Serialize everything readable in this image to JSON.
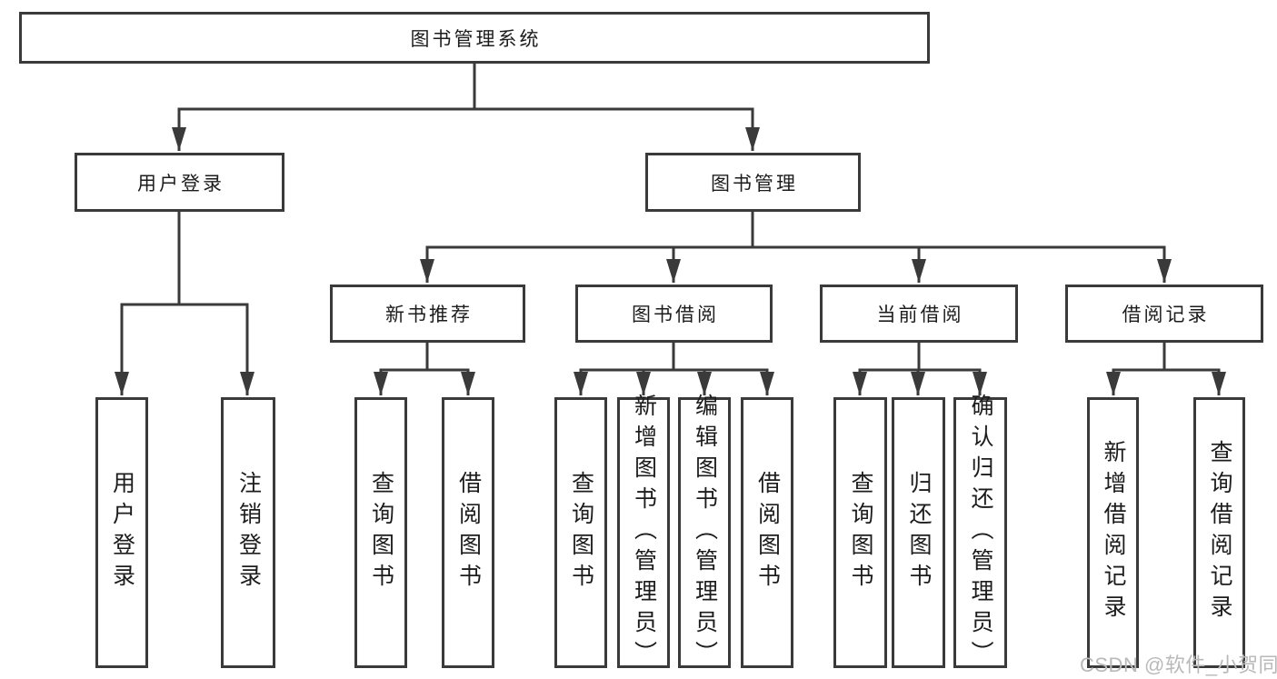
{
  "tree": {
    "root": {
      "label": "图书管理系统"
    },
    "branches": [
      {
        "label": "用户登录",
        "children": [
          "用户登录",
          "注销登录"
        ]
      },
      {
        "label": "图书管理",
        "sections": [
          {
            "label": "新书推荐",
            "children": [
              "查询图书",
              "借阅图书"
            ]
          },
          {
            "label": "图书借阅",
            "children": [
              "查询图书",
              "新增图书（管理员）",
              "编辑图书（管理员）",
              "借阅图书"
            ]
          },
          {
            "label": "当前借阅",
            "children": [
              "查询图书",
              "归还图书",
              "确认归还（管理员）"
            ]
          },
          {
            "label": "借阅记录",
            "children": [
              "新增借阅记录",
              "查询借阅记录"
            ]
          }
        ]
      }
    ]
  },
  "watermark": {
    "text": "CSDN @软件_小贺同学"
  },
  "colors": {
    "line": "#3a3a3a",
    "text": "#1c1c1c",
    "watermark": "#b9b9b9",
    "bg": "#ffffff"
  }
}
